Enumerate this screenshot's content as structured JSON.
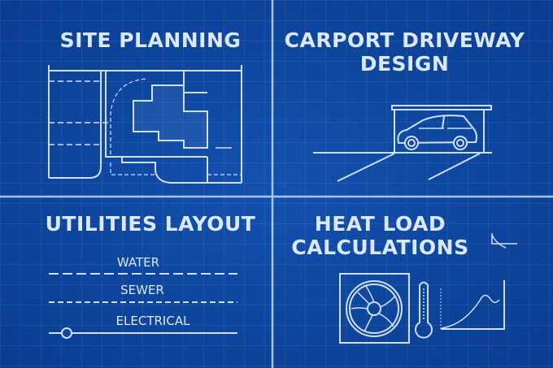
{
  "quadrants": {
    "site_planning": {
      "title": "SITE PLANNING"
    },
    "carport": {
      "title_line1": "CARPORT DRIVEWAY",
      "title_line2": "DESIGN"
    },
    "utilities": {
      "title": "UTILITIES LAYOUT",
      "lines": [
        {
          "label": "WATER",
          "style": "dashed-long"
        },
        {
          "label": "SEWER",
          "style": "dashed-short"
        },
        {
          "label": "ELECTRICAL",
          "style": "solid-with-node"
        }
      ]
    },
    "heat_load": {
      "title_line1": "HEAT LOAD",
      "title_line2": "CALCULATIONS"
    }
  },
  "colors": {
    "background": "#0d47a1",
    "line": "#cfe0f5",
    "text": "#dbe8f7"
  }
}
